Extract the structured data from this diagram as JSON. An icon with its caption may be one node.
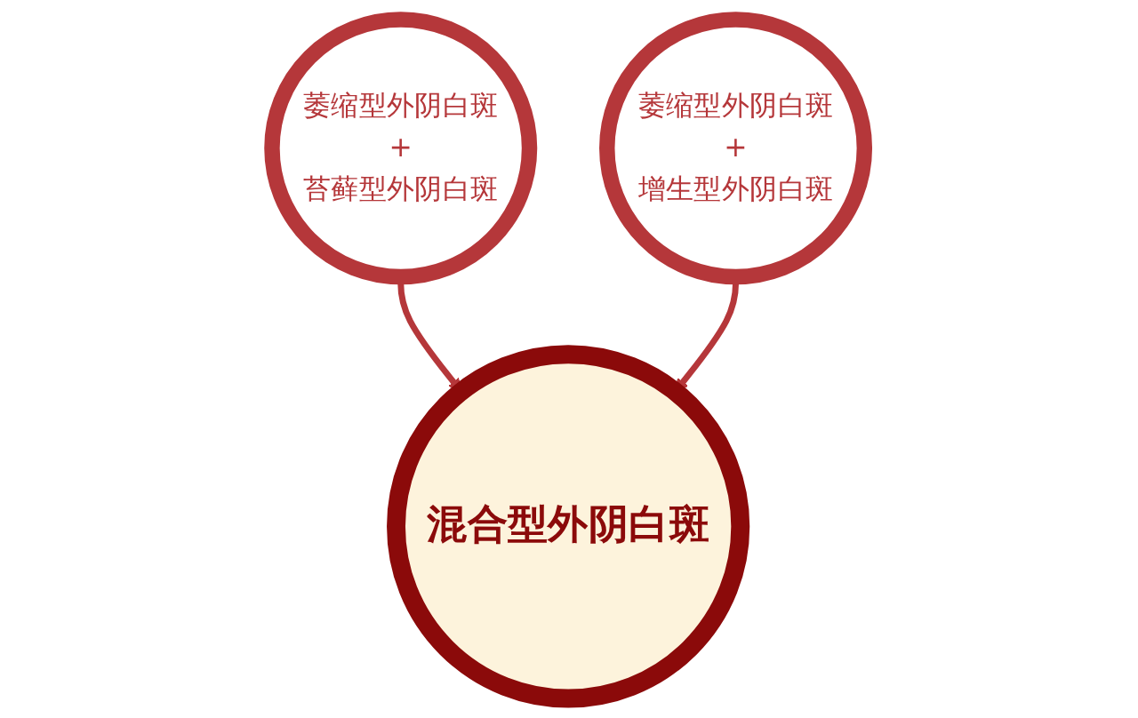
{
  "diagram": {
    "nodes": [
      {
        "text": [
          "混合型外阴白斑"
        ]
      },
      {
        "text": [
          "萎缩型外阴白斑",
          "+",
          "苔藓型外阴白斑"
        ]
      },
      {
        "text": [
          "萎缩型外阴白斑",
          "+",
          "增生型外阴白斑"
        ]
      }
    ],
    "edges": [
      {
        "from": 1,
        "to": 0,
        "arrow": "to"
      },
      {
        "from": 2,
        "to": 0,
        "arrow": "to"
      }
    ]
  }
}
